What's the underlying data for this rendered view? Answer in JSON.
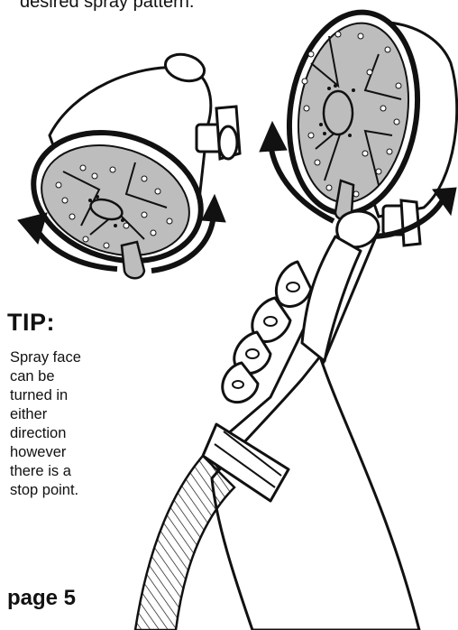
{
  "header": {
    "text": "desired spray pattern."
  },
  "tip": {
    "title": "TIP:",
    "lines": [
      "Spray face",
      "can be",
      "turned in",
      "either",
      "direction",
      "however",
      "there is a",
      "stop point."
    ]
  },
  "footer": {
    "page_label": "page 5"
  },
  "illustration": {
    "left_view": "angled shower head spray face with rotation arrows",
    "right_view": "hand-held shower head held by hand with rotation arrows",
    "icons": [
      "rotate-arrow-icon",
      "hand-icon",
      "shower-head-icon",
      "hose-icon"
    ]
  },
  "colors": {
    "ink": "#111111",
    "face_gray": "#bdbdbd",
    "paper": "#ffffff"
  }
}
